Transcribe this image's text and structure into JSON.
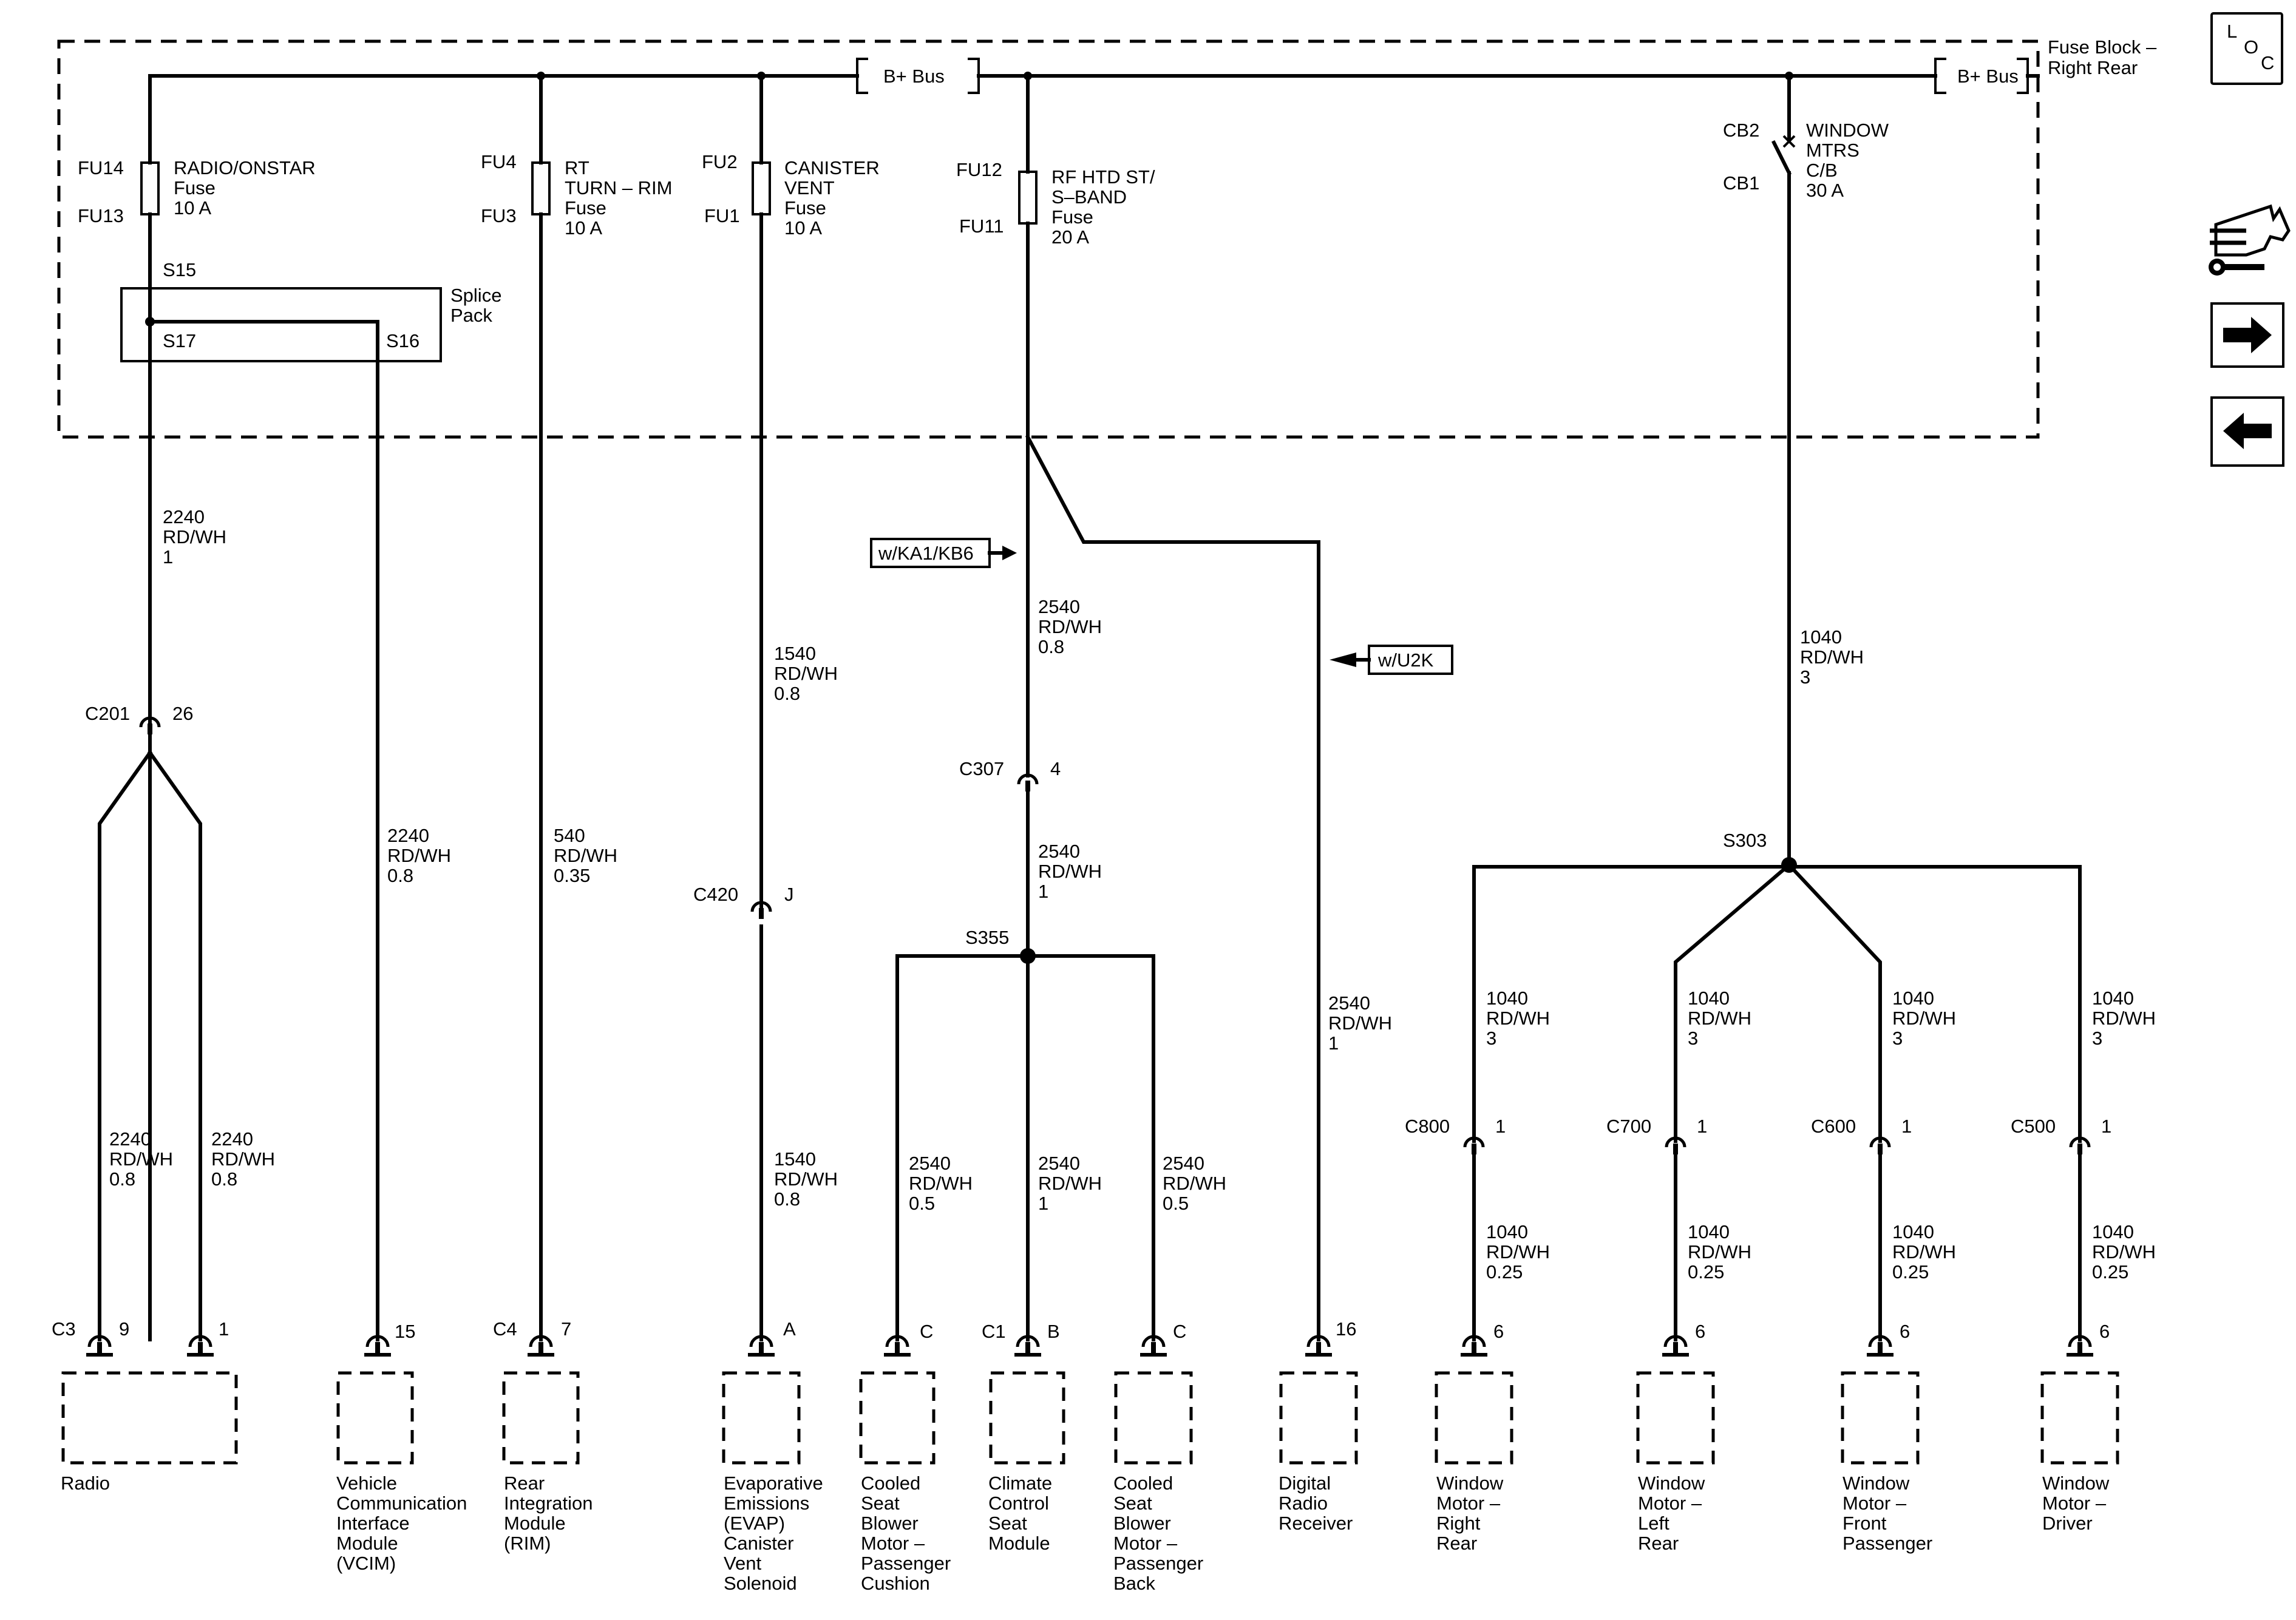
{
  "fuse_block_label": [
    "Fuse Block –",
    "Right Rear"
  ],
  "bus_label": "B+ Bus",
  "loc_icon": [
    "L",
    "O",
    "C"
  ],
  "nav_icons": [
    "harness-wrench-icon",
    "arrow-right-icon",
    "arrow-left-icon"
  ],
  "splice_pack": {
    "label": [
      "Splice",
      "Pack"
    ],
    "s15": "S15",
    "s17": "S17",
    "s16": "S16"
  },
  "fuses": [
    {
      "top": "FU14",
      "bottom": "FU13",
      "name": [
        "RADIO/ONSTAR",
        "Fuse",
        "10 A"
      ]
    },
    {
      "top": "FU4",
      "bottom": "FU3",
      "name": [
        "RT",
        "TURN – RIM",
        "Fuse",
        "10 A"
      ]
    },
    {
      "top": "FU2",
      "bottom": "FU1",
      "name": [
        "CANISTER",
        "VENT",
        "Fuse",
        "10 A"
      ]
    },
    {
      "top": "FU12",
      "bottom": "FU11",
      "name": [
        "RF HTD ST/",
        "S–BAND",
        "Fuse",
        "20 A"
      ]
    }
  ],
  "breaker": {
    "top": "CB2",
    "bottom": "CB1",
    "name": [
      "WINDOW",
      "MTRS",
      "C/B",
      "30 A"
    ]
  },
  "options": {
    "ka1": "w/KA1/KB6",
    "u2k": "w/U2K"
  },
  "wires": {
    "radio_main": [
      "2240",
      "RD/WH",
      "1"
    ],
    "radio_left": [
      "2240",
      "RD/WH",
      "0.8"
    ],
    "radio_right": [
      "2240",
      "RD/WH",
      "0.8"
    ],
    "vcim": [
      "2240",
      "RD/WH",
      "0.8"
    ],
    "rim": [
      "540",
      "RD/WH",
      "0.35"
    ],
    "canister_upper": [
      "1540",
      "RD/WH",
      "0.8"
    ],
    "canister_lower": [
      "1540",
      "RD/WH",
      "0.8"
    ],
    "seat_upper": [
      "2540",
      "RD/WH",
      "0.8"
    ],
    "seat_mid": [
      "2540",
      "RD/WH",
      "1"
    ],
    "seat_cushion": [
      "2540",
      "RD/WH",
      "0.5"
    ],
    "seat_climate": [
      "2540",
      "RD/WH",
      "1"
    ],
    "seat_back": [
      "2540",
      "RD/WH",
      "0.5"
    ],
    "radio_receiver": [
      "2540",
      "RD/WH",
      "1"
    ],
    "window_main": [
      "1040",
      "RD/WH",
      "3"
    ],
    "window_branch": [
      "1040",
      "RD/WH",
      "3"
    ],
    "window_lower": [
      "1040",
      "RD/WH",
      "0.25"
    ]
  },
  "connectors": {
    "c201": "C201",
    "c201_pin": "26",
    "c307": "C307",
    "c307_pin": "4",
    "c420": "C420",
    "c420_pin": "J",
    "c3": "C3",
    "c3_pin_a": "9",
    "c3_pin_b": "1",
    "vcim_pin": "15",
    "c4": "C4",
    "c4_pin": "7",
    "evap_pin": "A",
    "cushion_pin": "C",
    "c1": "C1",
    "climate_pin": "B",
    "back_pin": "C",
    "receiver_pin": "16",
    "window_pin": "6",
    "c800": "C800",
    "c700": "C700",
    "c600": "C600",
    "c500": "C500",
    "window_conn_pin": "1"
  },
  "splices": {
    "s303": "S303",
    "s355": "S355"
  },
  "components": {
    "radio": [
      "Radio"
    ],
    "vcim": [
      "Vehicle",
      "Communication",
      "Interface",
      "Module",
      "(VCIM)"
    ],
    "rim": [
      "Rear",
      "Integration",
      "Module",
      "(RIM)"
    ],
    "evap": [
      "Evaporative",
      "Emissions",
      "(EVAP)",
      "Canister",
      "Vent",
      "Solenoid"
    ],
    "cushion": [
      "Cooled",
      "Seat",
      "Blower",
      "Motor –",
      "Passenger",
      "Cushion"
    ],
    "climate": [
      "Climate",
      "Control",
      "Seat",
      "Module"
    ],
    "back": [
      "Cooled",
      "Seat",
      "Blower",
      "Motor –",
      "Passenger",
      "Back"
    ],
    "receiver": [
      "Digital",
      "Radio",
      "Receiver"
    ],
    "wm_rr": [
      "Window",
      "Motor –",
      "Right",
      "Rear"
    ],
    "wm_lr": [
      "Window",
      "Motor –",
      "Left",
      "Rear"
    ],
    "wm_fp": [
      "Window",
      "Motor –",
      "Front",
      "Passenger"
    ],
    "wm_dr": [
      "Window",
      "Motor –",
      "Driver"
    ]
  }
}
